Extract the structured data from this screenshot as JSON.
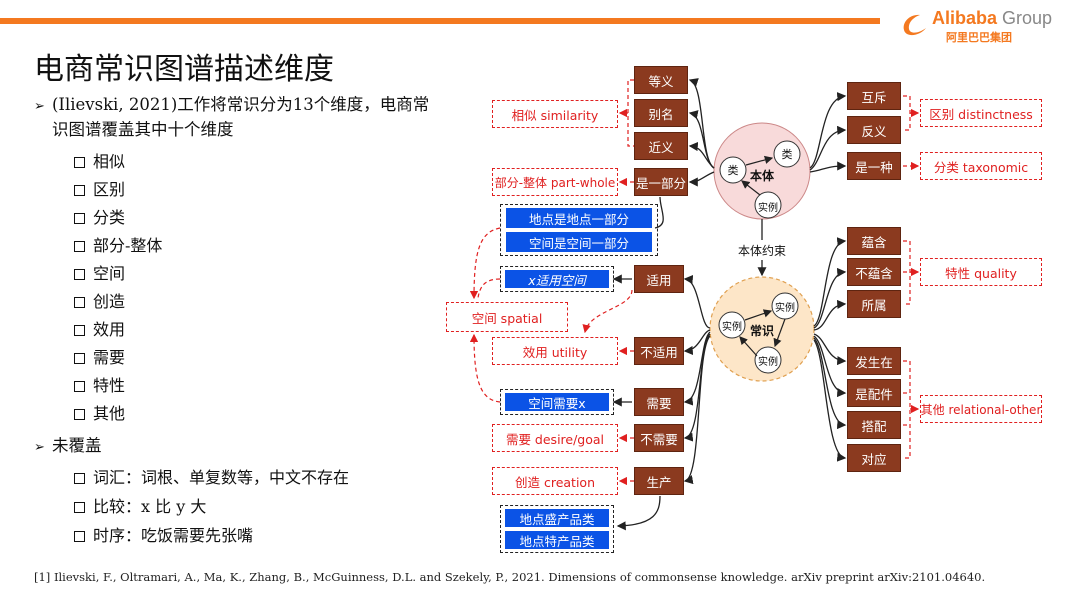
{
  "logo": {
    "brand": "Alibaba",
    "group": "Group",
    "sub": "阿里巴巴集团"
  },
  "title": "电商常识图谱描述维度",
  "left": {
    "bullet1_line1": "(Ilievski, 2021)工作将常识分为13个维度，电商常",
    "bullet1_line2": "识图谱覆盖其中十个维度",
    "covered": [
      "相似",
      "区别",
      "分类",
      "部分-整体",
      "空间",
      "创造",
      "效用",
      "需要",
      "特性",
      "其他"
    ],
    "bullet2": "未覆盖",
    "uncovered": [
      "词汇：词根、单复数等，中文不存在",
      "比较：x 比 y 大",
      "时序：吃饭需要先张嘴"
    ]
  },
  "reference": "[1] Ilievski, F., Oltramari, A., Ma, K., Zhang, B., McGuinness, D.L. and Szekely, P., 2021. Dimensions of commonsense knowledge. arXiv preprint arXiv:2101.04640.",
  "diagram": {
    "center_top": {
      "label": "本体",
      "nodes": [
        "类",
        "类",
        "实例"
      ]
    },
    "constraint": "本体约束",
    "center_bottom": {
      "label": "常识",
      "nodes": [
        "实例",
        "实例",
        "实例"
      ]
    },
    "left_relations": [
      "等义",
      "别名",
      "近义",
      "是一部分",
      "适用",
      "不适用",
      "需要",
      "不需要",
      "生产"
    ],
    "right_relations": [
      "互斥",
      "反义",
      "是一种",
      "蕴含",
      "不蕴含",
      "所属",
      "发生在",
      "是配件",
      "搭配",
      "对应"
    ],
    "left_dims": [
      "相似 similarity",
      "部分-整体 part-whole",
      "空间 spatial",
      "效用 utility",
      "需要 desire/goal",
      "创造 creation"
    ],
    "right_dims": [
      "区别 distinctness",
      "分类 taxonomic",
      "特性 quality",
      "其他 relational-other"
    ],
    "examples": {
      "part_whole": [
        "地点是地点一部分",
        "空间是空间一部分"
      ],
      "suitable": "x适用空间",
      "need": "空间需要x",
      "produce": [
        "地点盛产品类",
        "地点特产品类"
      ]
    }
  },
  "colors": {
    "accent": "#f47920",
    "relation": "#8b3a1f",
    "dimension": "#e02020",
    "example": "#0b53e6"
  }
}
